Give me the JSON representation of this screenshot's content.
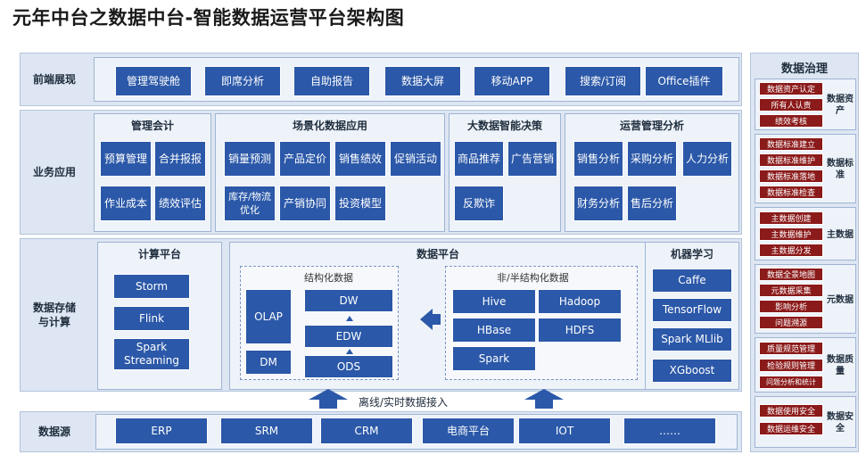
{
  "title": "元年中台之数据中台-智能数据运营平台架构图",
  "rows": {
    "frontend": {
      "label": "前端展现",
      "items": [
        "管理驾驶舱",
        "即席分析",
        "自助报告",
        "数据大屏",
        "移动APP",
        "搜索/订阅",
        "Office插件"
      ]
    },
    "business": {
      "label": "业务应用",
      "groups": [
        {
          "title": "管理会计",
          "items": [
            "预算管理",
            "合并报报",
            "作业成本",
            "绩效评估"
          ]
        },
        {
          "title": "场景化数据应用",
          "items": [
            "销量预测",
            "产品定价",
            "销售绩效",
            "促销活动",
            "库存/物流优化",
            "产销协同",
            "投资模型"
          ]
        },
        {
          "title": "大数据智能决策",
          "items": [
            "商品推荐",
            "广告营销",
            "反欺诈"
          ]
        },
        {
          "title": "运营管理分析",
          "items": [
            "销售分析",
            "采购分析",
            "人力分析",
            "财务分析",
            "售后分析"
          ]
        }
      ]
    },
    "storage": {
      "label": "数据存储与计算",
      "compute": {
        "title": "计算平台",
        "items": [
          "Storm",
          "Flink",
          "Spark Streaming"
        ]
      },
      "platform": {
        "title": "数据平台",
        "structured": {
          "title": "结构化数据",
          "items": [
            "OLAP",
            "DM",
            "DW",
            "EDW",
            "ODS"
          ]
        },
        "unstructured": {
          "title": "非/半结构化数据",
          "items": [
            "Hive",
            "Hadoop",
            "HBase",
            "HDFS",
            "Spark"
          ]
        }
      },
      "ml": {
        "title": "机器学习",
        "items": [
          "Caffe",
          "TensorFlow",
          "Spark MLlib",
          "XGboost"
        ]
      },
      "ingest": "离线/实时数据接入"
    },
    "source": {
      "label": "数据源",
      "items": [
        "ERP",
        "SRM",
        "CRM",
        "电商平台",
        "IOT",
        "……"
      ]
    }
  },
  "governance": {
    "title": "数据治理",
    "groups": [
      {
        "name": "数据资产",
        "items": [
          "数据资产认定",
          "所有人认责",
          "绩效考核"
        ]
      },
      {
        "name": "数据标准",
        "items": [
          "数据标准建立",
          "数据标准维护",
          "数据标准落地",
          "数据标准检查"
        ]
      },
      {
        "name": "主数据",
        "items": [
          "主数据创建",
          "主数据维护",
          "主数据分发"
        ]
      },
      {
        "name": "元数据",
        "items": [
          "数据全景地图",
          "元数据采集",
          "影响分析",
          "问题溯源"
        ]
      },
      {
        "name": "数据质量",
        "items": [
          "质量规范管理",
          "检验规则管理",
          "问题分析和统计"
        ]
      },
      {
        "name": "数据安全",
        "items": [
          "数据使用安全",
          "数据运维安全"
        ]
      }
    ]
  },
  "colors": {
    "blue_button": "#2b58a8",
    "governance_item": "#8b1a1a",
    "panel_bg": "#dde6f2"
  }
}
